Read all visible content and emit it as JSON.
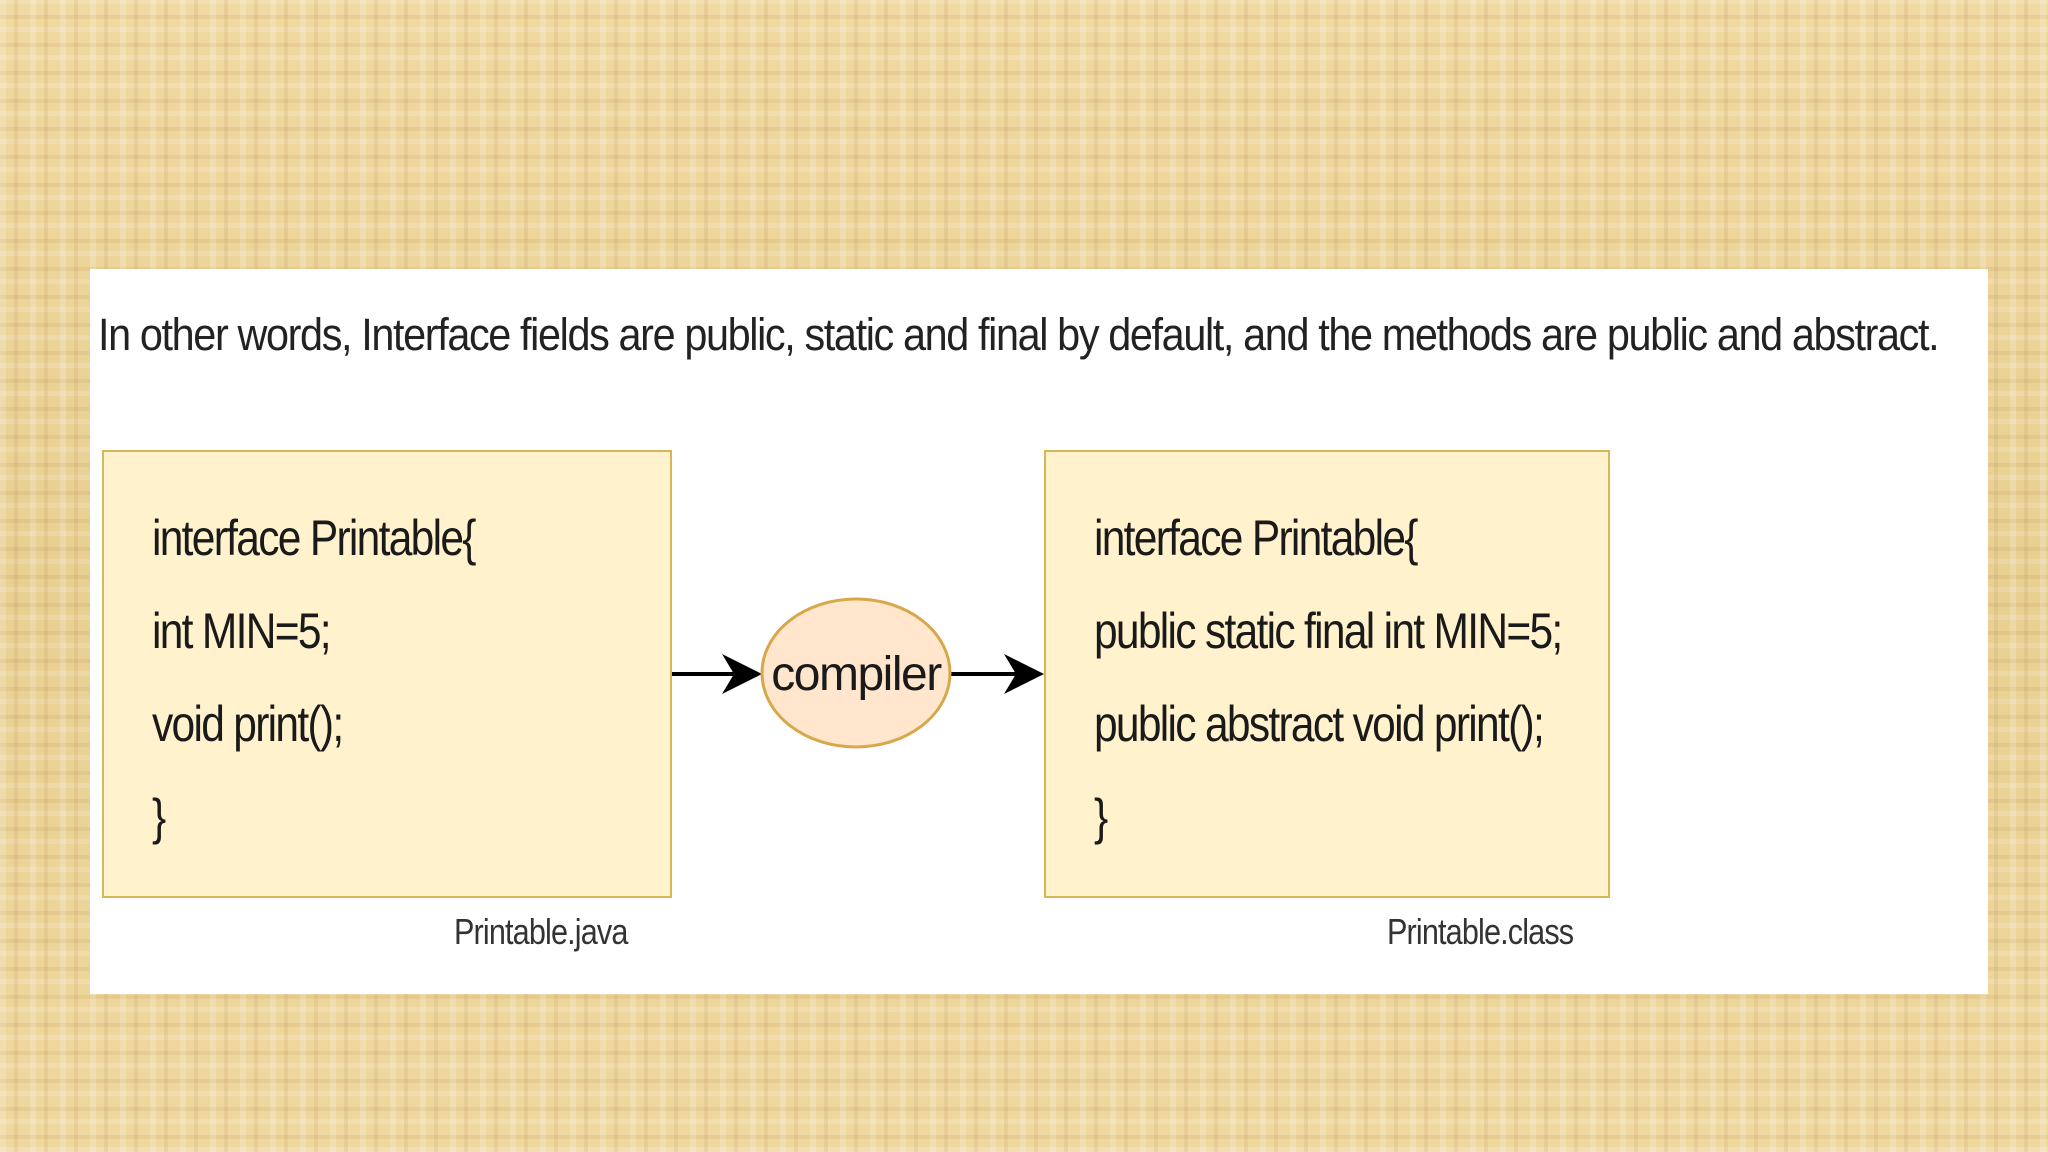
{
  "caption": "In other words, Interface fields are public, static and final by default, and the methods are public and abstract.",
  "source_box": {
    "lines": [
      "interface Printable{",
      "int MIN=5;",
      "void print();",
      "}"
    ],
    "file_label": "Printable.java"
  },
  "compiler_label": "compiler",
  "compiled_box": {
    "lines": [
      "interface Printable{",
      "public static final int MIN=5;",
      "public abstract void print();",
      "}"
    ],
    "file_label": "Printable.class"
  },
  "colors": {
    "box_fill": "#fff2cc",
    "box_border": "#d6b656",
    "compiler_fill": "#ffe6cc",
    "compiler_border": "#d79b00",
    "arrow": "#000000"
  }
}
